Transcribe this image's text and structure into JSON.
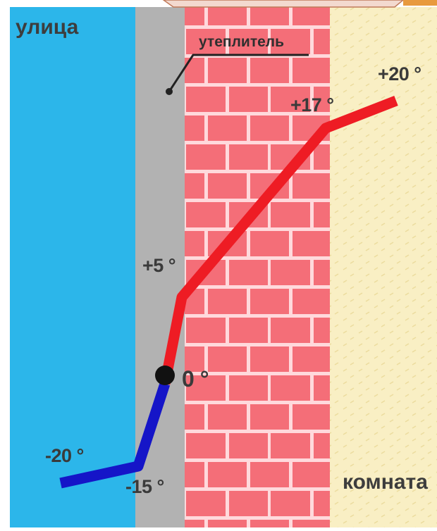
{
  "diagram": {
    "zones": {
      "outside": "улица",
      "inside": "комната",
      "insulation": "утеплитель"
    },
    "temperatures": [
      {
        "id": "t-minus20",
        "text": "-20 °"
      },
      {
        "id": "t-minus15",
        "text": "-15 °"
      },
      {
        "id": "t-zero",
        "text": "0 °"
      },
      {
        "id": "t-plus5",
        "text": "+5 °"
      },
      {
        "id": "t-plus17",
        "text": "+17 °"
      },
      {
        "id": "t-plus20",
        "text": "+20 °"
      }
    ],
    "colors": {
      "outside": "#2cb6ea",
      "insulation": "#b2b2b2",
      "brick": "#f46e78",
      "mortar": "#ffd9dc",
      "room": "#f9efc4",
      "cold_line": "#1515c8",
      "warm_line": "#ee1c24",
      "marker": "#111111",
      "frame": "#c07a5a"
    }
  }
}
